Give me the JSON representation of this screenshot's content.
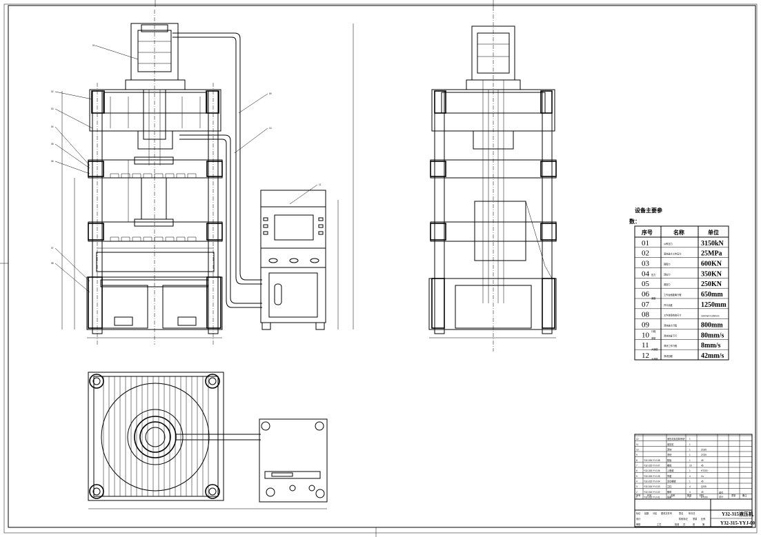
{
  "spec_table": {
    "title_line1": "设备主要参",
    "title_line2": "数：",
    "headers": [
      "序号",
      "名称",
      "单位"
    ],
    "rows": [
      {
        "no": "01",
        "name": "公称压力",
        "value": "3150kN"
      },
      {
        "no": "02",
        "name": "液体最大工作压力",
        "value": "25MPa"
      },
      {
        "no": "03",
        "name": "回程力",
        "value": "600KN"
      },
      {
        "no": "04",
        "name": "顶出力",
        "value": "350KN"
      },
      {
        "no": "05",
        "name": "退回力",
        "value": "250KN"
      },
      {
        "no": "06",
        "name": "工作台面距离行程",
        "value": "650mm"
      },
      {
        "no": "07",
        "name": "开口高度",
        "value": "1250mm"
      },
      {
        "no": "08",
        "name": "工作台面有效尺寸",
        "value": "1160mm×1260mm"
      },
      {
        "no": "09",
        "name": "滑块最大行程",
        "value": "800mm"
      },
      {
        "no": "10",
        "name": "滑块空载下行",
        "value": "80mm/s"
      },
      {
        "no": "11",
        "name": "滑块工作行程",
        "value": "8mm/s"
      },
      {
        "no": "12",
        "name": "滑块回程",
        "value": "42mm/s"
      }
    ],
    "side_notes": [
      "压力",
      "速度",
      "行程",
      "速度",
      "大速度",
      "大速度"
    ]
  },
  "bom": {
    "rows": [
      {
        "no": "12",
        "code": "",
        "name": "液压站及控制系统",
        "qty": "1",
        "mat": ""
      },
      {
        "no": "11",
        "code": "",
        "name": "液压缸",
        "qty": "1",
        "mat": ""
      },
      {
        "no": "10",
        "code": "",
        "name": "滑块",
        "qty": "1",
        "mat": "ZG35"
      },
      {
        "no": "9",
        "code": "",
        "name": "滑块",
        "qty": "1",
        "mat": "ZG35"
      },
      {
        "no": "8",
        "code": "Y32-315-YYJ-08",
        "name": "垫板",
        "qty": "1",
        "mat": "45"
      },
      {
        "no": "7",
        "code": "Y32-315-YYJ-07",
        "name": "螺母",
        "qty": "16",
        "mat": "45"
      },
      {
        "no": "6",
        "code": "Y32-315-YYJ-06",
        "name": "上横梁",
        "qty": "1",
        "mat": "HT200"
      },
      {
        "no": "5",
        "code": "Y32-315-YYJ-05",
        "name": "导套",
        "qty": "4",
        "mat": "Cu"
      },
      {
        "no": "4",
        "code": "Y32-315-YYJ-04",
        "name": "活动横梁",
        "qty": "1",
        "mat": "45"
      },
      {
        "no": "3",
        "code": "Y32-315-YYJ-03",
        "name": "立柱",
        "qty": "4",
        "mat": "Q235"
      },
      {
        "no": "2",
        "code": "Y32-315-YYJ-02",
        "name": "螺母",
        "qty": "4",
        "mat": "45"
      },
      {
        "no": "1",
        "code": "Y32-315-YYJ-01",
        "name": "底座",
        "qty": "1",
        "mat": "HT200"
      }
    ],
    "header": [
      "序号",
      "代号",
      "名称",
      "数量",
      "材料",
      "单件",
      "总计",
      "重量",
      "备注"
    ],
    "title_block": {
      "product": "Y32-315液压机",
      "drawing_no": "Y32-315-YYJ-00",
      "labels": [
        "标记",
        "处数",
        "分区",
        "更改文件号",
        "签名",
        "年月日",
        "设计",
        "审核",
        "工艺",
        "批准",
        "阶段标记",
        "重量",
        "比例",
        "共",
        "张",
        "第"
      ]
    }
  },
  "callouts": [
    "01",
    "02",
    "03",
    "04",
    "05",
    "06",
    "07",
    "08",
    "09",
    "10",
    "11",
    "12"
  ]
}
